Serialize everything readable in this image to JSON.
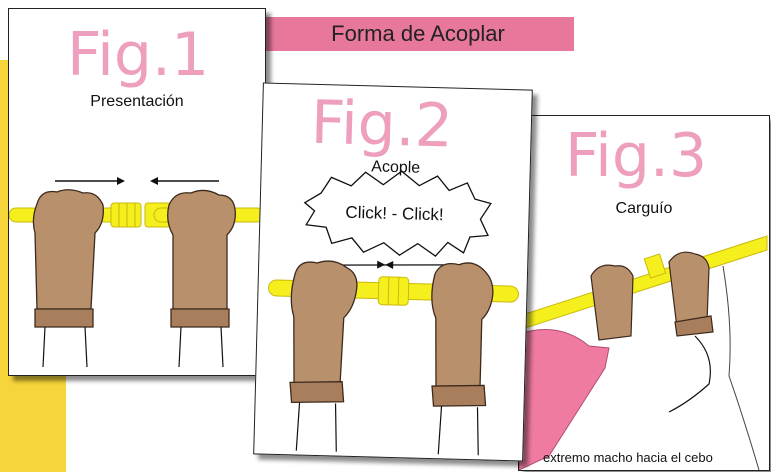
{
  "header": {
    "title": "Forma de Acoplar"
  },
  "colors": {
    "accent_yellow": "#f5d53a",
    "header_pink": "#e7789b",
    "fig_title_pink": "#ee9fbd",
    "pole_yellow": "#f5ef1d",
    "glove_brown": "#b9906c",
    "sleeve_pink": "#f07ba0"
  },
  "panels": [
    {
      "fig_label": "Fig.1",
      "subtitle": "Presentación"
    },
    {
      "fig_label": "Fig.2",
      "subtitle": "Acople",
      "burst_text": "Click! - Click!"
    },
    {
      "fig_label": "Fig.3",
      "subtitle": "Carguío",
      "caption": "extremo macho hacia el cebo"
    }
  ]
}
